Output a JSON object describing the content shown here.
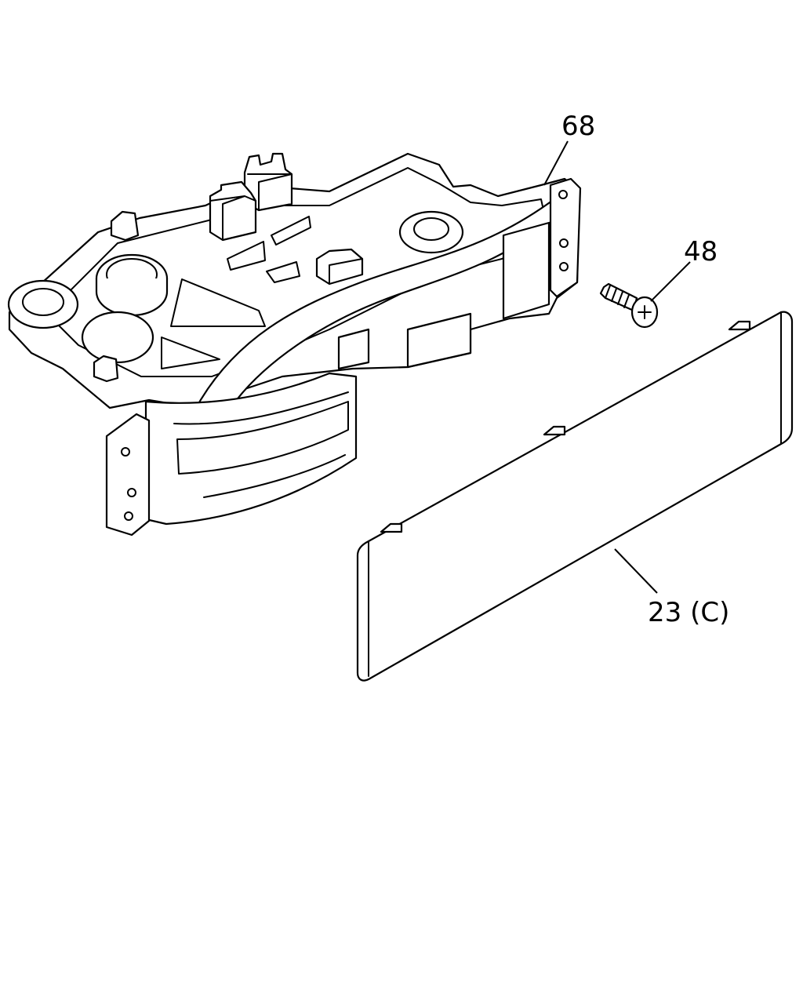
{
  "diagram": {
    "callouts": [
      {
        "id": "68",
        "text": "68"
      },
      {
        "id": "48",
        "text": "48"
      },
      {
        "id": "23",
        "text": "23 (C)"
      }
    ],
    "colors": {
      "line": "#000000",
      "background": "#ffffff"
    }
  }
}
